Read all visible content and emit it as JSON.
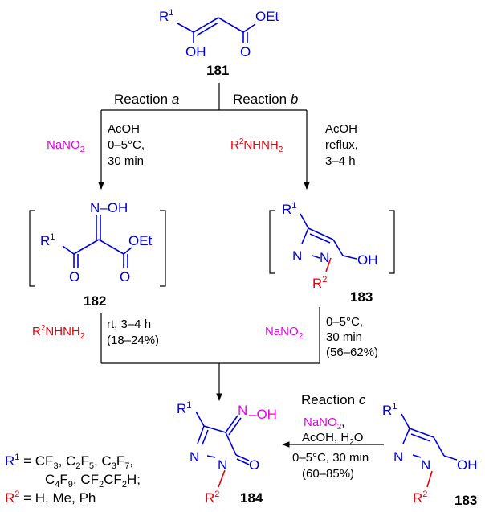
{
  "colors": {
    "structure": "#0000dd",
    "substituent": "#e8000b",
    "nitrite": "#e600e6",
    "text": "#000000"
  },
  "compounds": {
    "c181": {
      "r1": "R",
      "r1_sup": "1",
      "oh": "OH",
      "o": "O",
      "oet": "OEt",
      "label": "181"
    },
    "c182": {
      "noh": "N–OH",
      "r1": "R",
      "r1_sup": "1",
      "o_left": "O",
      "o_right": "O",
      "oet": "OEt",
      "label": "182"
    },
    "c183_top": {
      "r1": "R",
      "r1_sup": "1",
      "n1": "N",
      "n2": "N",
      "oh": "OH",
      "r2": "R",
      "r2_sup": "2",
      "label": "183"
    },
    "c183_right": {
      "r1": "R",
      "r1_sup": "1",
      "n1": "N",
      "n2": "N",
      "oh": "OH",
      "r2": "R",
      "r2_sup": "2",
      "label": "183"
    },
    "c184": {
      "r1": "R",
      "r1_sup": "1",
      "n_oxime": "N",
      "oh": "–OH",
      "n1": "N",
      "n2": "N",
      "o": "O",
      "r2": "R",
      "r2_sup": "2",
      "label": "184"
    }
  },
  "reactions": {
    "a": {
      "prefix": "Reaction ",
      "letter": "a"
    },
    "b": {
      "prefix": "Reaction ",
      "letter": "b"
    },
    "c": {
      "prefix": "Reaction ",
      "letter": "c"
    }
  },
  "conditions": {
    "a": {
      "reagent_main": "NaNO",
      "reagent_sub": "2",
      "line1": "AcOH",
      "line2": "0–5°C,",
      "line3": "30 min"
    },
    "b": {
      "reagent_pre": "R",
      "reagent_sup": "2",
      "reagent_post": "NHNH",
      "reagent_sub": "2",
      "line1": "AcOH",
      "line2": "reflux,",
      "line3": "3–4 h"
    },
    "to184_left": {
      "reagent_pre": "R",
      "reagent_sup": "2",
      "reagent_post": "NHNH",
      "reagent_sub": "2",
      "line1": "rt, 3–4 h",
      "line2": "(18–24%)"
    },
    "to184_right": {
      "reagent_main": "NaNO",
      "reagent_sub": "2",
      "line1": "0–5°C,",
      "line2": "30 min",
      "line3": "(56–62%)"
    },
    "c": {
      "reagent_main": "NaNO",
      "reagent_sub": "2",
      "reagent_comma": ",",
      "line1_a": "AcOH, H",
      "line1_sub": "2",
      "line1_b": "O",
      "line2": "0–5°C, 30 min",
      "line3": "(60–85%)"
    }
  },
  "legend": {
    "r1": {
      "r": "R",
      "sup": "1",
      "eq": " = CF",
      "s1": "3",
      "t1": ", C",
      "s2": "2",
      "t2": "F",
      "s3": "5",
      "t3": ", C",
      "s4": "3",
      "t4": "F",
      "s5": "7",
      "t5": ","
    },
    "r1_cont": {
      "t0": "C",
      "s1": "4",
      "t1": "F",
      "s2": "9",
      "t2": ", CF",
      "s3": "2",
      "t3": "CF",
      "s4": "2",
      "t4": "H;"
    },
    "r2": {
      "r": "R",
      "sup": "2",
      "eq": " = H, Me, Ph"
    }
  }
}
